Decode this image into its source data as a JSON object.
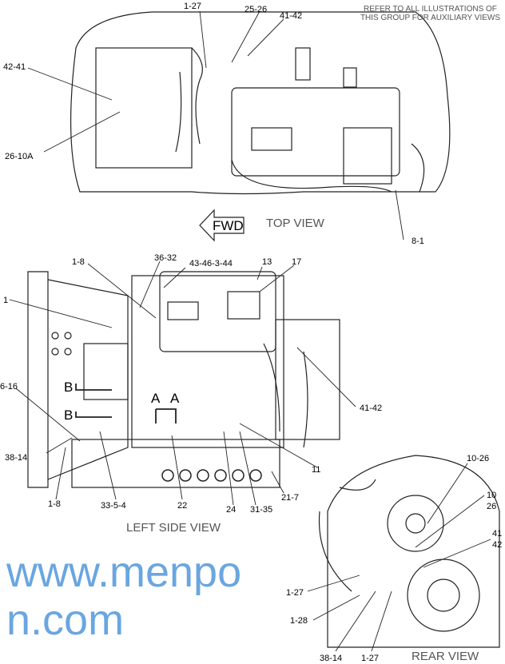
{
  "note": {
    "line1": "REFER TO ALL ILLUSTRATIONS OF",
    "line2": "THIS GROUP FOR AUXILIARY VIEWS"
  },
  "views": {
    "top": "TOP VIEW",
    "left": "LEFT SIDE VIEW",
    "rear": "REAR VIEW"
  },
  "fwd": "FWD",
  "watermark": "www.menpon.com",
  "top_labels": [
    "1-27",
    "25-26",
    "41-42",
    "42-41",
    "26-10A",
    "8-1"
  ],
  "left_labels": [
    "1-8",
    "36-32",
    "43-46-3-44",
    "13",
    "17",
    "1",
    "6-16",
    "B",
    "B",
    "A",
    "A",
    "38-14",
    "1-8",
    "33-5-4",
    "22",
    "24",
    "31-35",
    "21-7",
    "11",
    "41-42"
  ],
  "rear_labels": [
    "10-26",
    "10",
    "26",
    "41",
    "42",
    "1-27",
    "1-28",
    "38-14",
    "1-27"
  ]
}
